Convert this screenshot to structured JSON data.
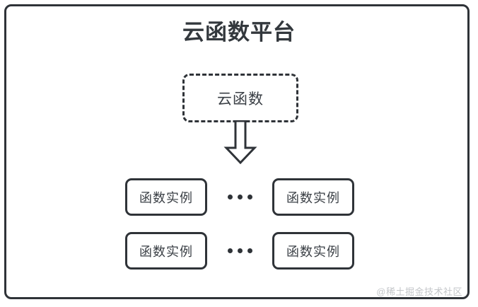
{
  "diagram": {
    "title": "云函数平台",
    "cloud_function": {
      "label": "云函数",
      "border_style": "dashed"
    },
    "arrow": {
      "icon": "down-block-arrow",
      "direction": "down"
    },
    "instance_rows": [
      {
        "left_instance": "函数实例",
        "ellipsis": "•••",
        "right_instance": "函数实例"
      },
      {
        "left_instance": "函数实例",
        "ellipsis": "•••",
        "right_instance": "函数实例"
      }
    ],
    "watermark": "@稀土掘金技术社区",
    "colors": {
      "stroke": "#2f3338",
      "title_text": "#33383d",
      "box_text": "#3a3f45",
      "background": "#ffffff",
      "watermark_text": "#c3c6c9"
    }
  }
}
